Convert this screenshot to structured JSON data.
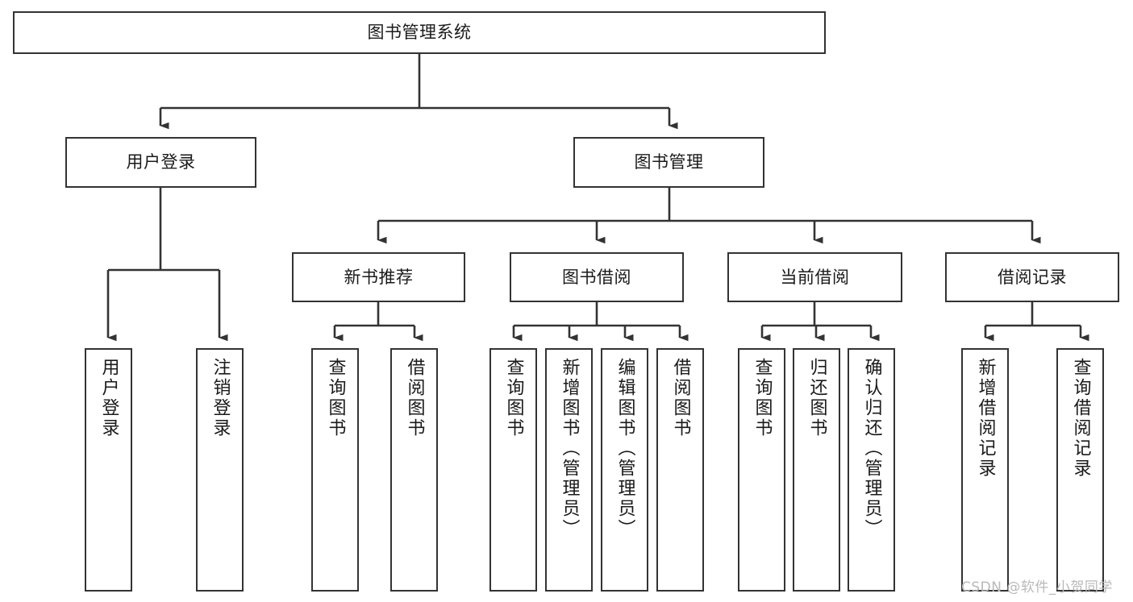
{
  "diagram": {
    "title": "图书管理系统",
    "type": "tree-hierarchy-chart",
    "line_color": "#333333",
    "box_fill": "#ffffff",
    "text_color": "#1a1a1a",
    "root": {
      "label": "图书管理系统"
    },
    "level2": [
      {
        "label": "用户登录"
      },
      {
        "label": "图书管理"
      }
    ],
    "level3": [
      {
        "label": "新书推荐"
      },
      {
        "label": "图书借阅"
      },
      {
        "label": "当前借阅"
      },
      {
        "label": "借阅记录"
      }
    ],
    "leaves": [
      {
        "label": "用户登录"
      },
      {
        "label": "注销登录"
      },
      {
        "label": "查询图书"
      },
      {
        "label": "借阅图书"
      },
      {
        "label": "查询图书"
      },
      {
        "label": "新增图书（管理员）"
      },
      {
        "label": "编辑图书（管理员）"
      },
      {
        "label": "借阅图书"
      },
      {
        "label": "查询图书"
      },
      {
        "label": "归还图书"
      },
      {
        "label": "确认归还（管理员）"
      },
      {
        "label": "新增借阅记录"
      },
      {
        "label": "查询借阅记录"
      }
    ]
  },
  "watermark": {
    "text": "CSDN @软件_小贺同学"
  }
}
